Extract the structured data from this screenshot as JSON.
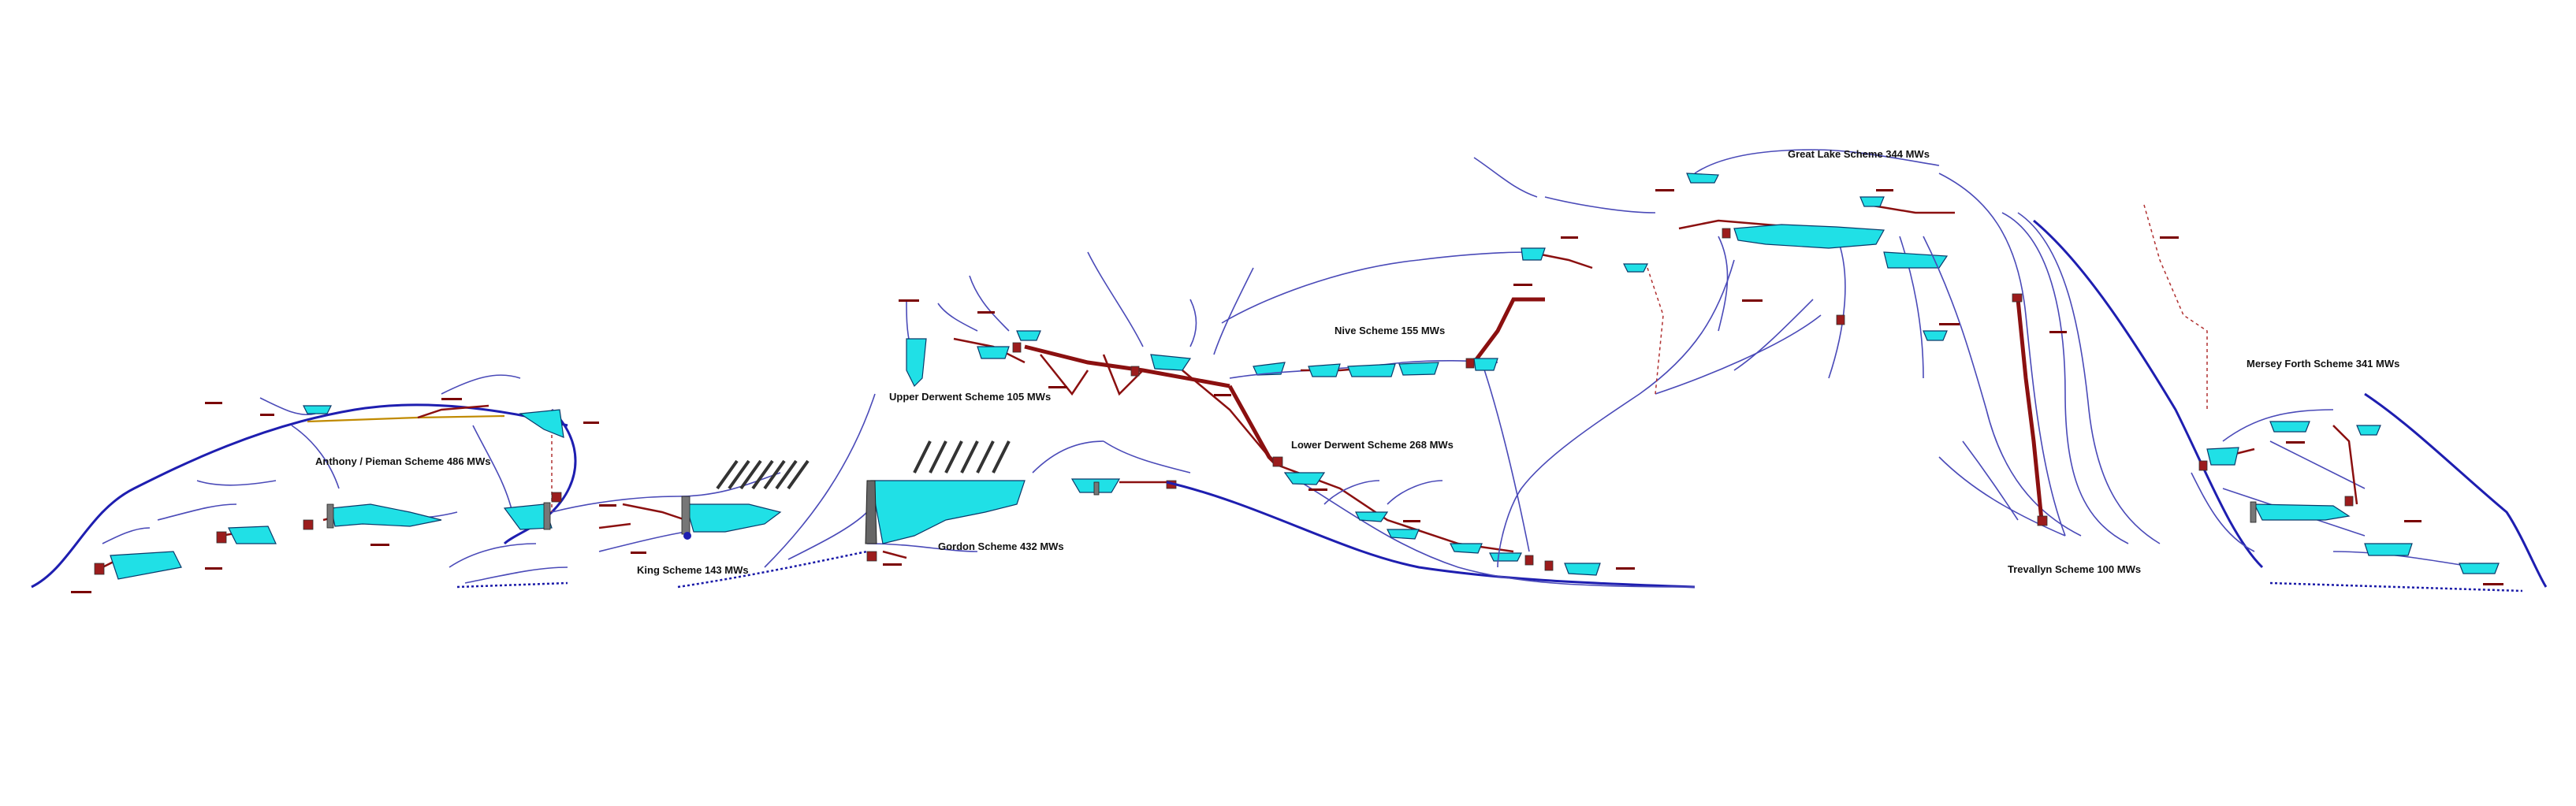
{
  "schemes": {
    "anthony_pieman": "Anthony / Pieman Scheme 486 MWs",
    "king": "King Scheme 143 MWs",
    "gordon": "Gordon Scheme 432 MWs",
    "upper_derwent": "Upper Derwent Scheme 105 MWs",
    "lower_derwent": "Lower Derwent Scheme 268 MWs",
    "nive": "Nive Scheme 155 MWs",
    "great_lake": "Great Lake Scheme 344 MWs",
    "trevallyn": "Trevallyn Scheme 100 MWs",
    "mersey_forth": "Mersey Forth Scheme 341 MWs"
  },
  "colors": {
    "lake_fill": "#20e0e6",
    "river": "#4a4ab8",
    "penstock": "#8b1010",
    "canal": "#c08a00"
  }
}
